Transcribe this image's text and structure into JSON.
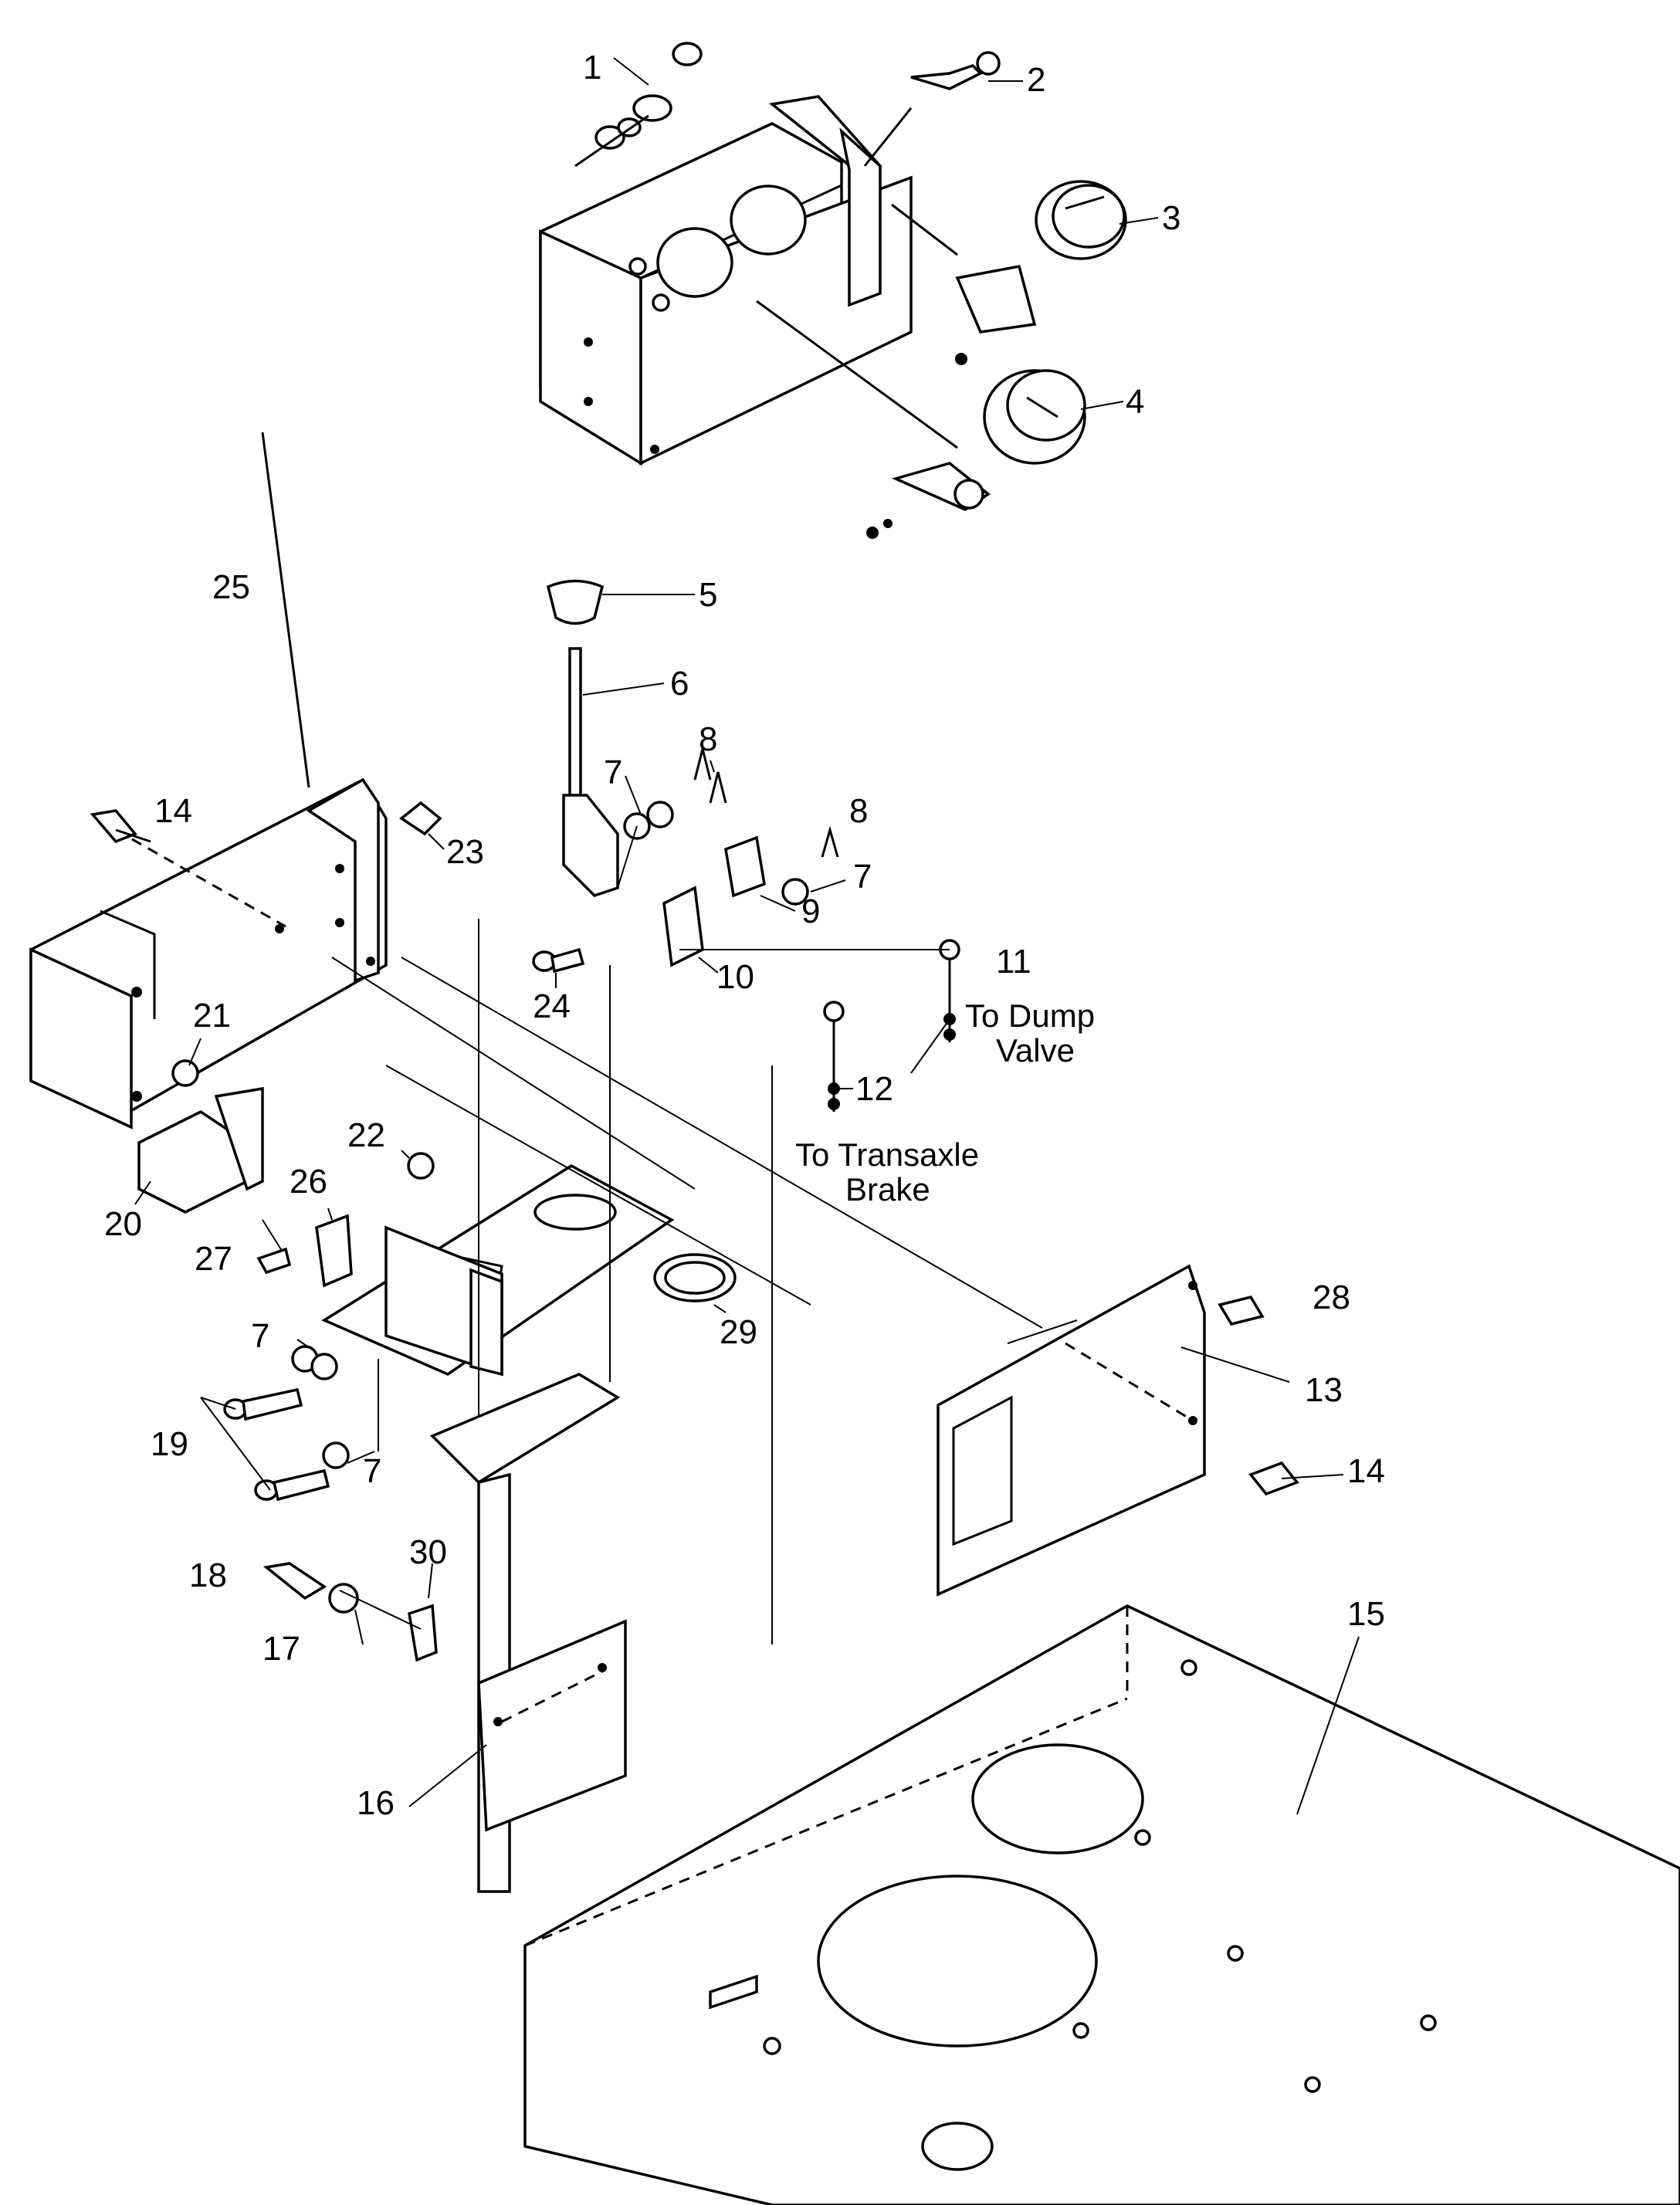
{
  "callouts": [
    {
      "id": "c1",
      "text": "1"
    },
    {
      "id": "c2",
      "text": "2"
    },
    {
      "id": "c3",
      "text": "3"
    },
    {
      "id": "c4",
      "text": "4"
    },
    {
      "id": "c5",
      "text": "5"
    },
    {
      "id": "c6",
      "text": "6"
    },
    {
      "id": "c7a",
      "text": "7"
    },
    {
      "id": "c8a",
      "text": "8"
    },
    {
      "id": "c8b",
      "text": "8"
    },
    {
      "id": "c7b",
      "text": "7"
    },
    {
      "id": "c9",
      "text": "9"
    },
    {
      "id": "c10",
      "text": "10"
    },
    {
      "id": "c11",
      "text": "11"
    },
    {
      "id": "c12",
      "text": "12"
    },
    {
      "id": "c13",
      "text": "13"
    },
    {
      "id": "c14a",
      "text": "14"
    },
    {
      "id": "c14b",
      "text": "14"
    },
    {
      "id": "c15",
      "text": "15"
    },
    {
      "id": "c16",
      "text": "16"
    },
    {
      "id": "c17",
      "text": "17"
    },
    {
      "id": "c18",
      "text": "18"
    },
    {
      "id": "c19",
      "text": "19"
    },
    {
      "id": "c7c",
      "text": "7"
    },
    {
      "id": "c7d",
      "text": "7"
    },
    {
      "id": "c20",
      "text": "20"
    },
    {
      "id": "c21",
      "text": "21"
    },
    {
      "id": "c22",
      "text": "22"
    },
    {
      "id": "c23",
      "text": "23"
    },
    {
      "id": "c24",
      "text": "24"
    },
    {
      "id": "c25",
      "text": "25"
    },
    {
      "id": "c26",
      "text": "26"
    },
    {
      "id": "c27",
      "text": "27"
    },
    {
      "id": "c28",
      "text": "28"
    },
    {
      "id": "c29",
      "text": "29"
    },
    {
      "id": "c30",
      "text": "30"
    }
  ],
  "notes": {
    "dump_line1": "To Dump",
    "dump_line2": "Valve",
    "brake_line1": "To Transaxle",
    "brake_line2": "Brake"
  }
}
